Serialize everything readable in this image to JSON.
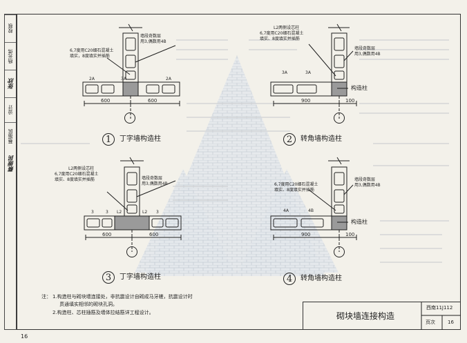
{
  "page_number": "16",
  "sidebar": {
    "items": [
      {
        "label": "校核"
      },
      {
        "label": "杨光伟"
      },
      {
        "label": "设计"
      },
      {
        "label": "蔡振民"
      }
    ],
    "signature_name": "张欣",
    "signature_name_2": "蔡振民"
  },
  "diagrams": [
    {
      "number": "1",
      "title": "丁字墙构造柱",
      "callout_left": [
        "6,7度用C20细石混凝土",
        "填实，8度填实并插筋"
      ],
      "callout_right": [
        "墙段奇数层",
        "用3,偶数用4B"
      ],
      "labels": [
        "2A",
        "3A",
        "2A"
      ],
      "dims": [
        "600",
        "600"
      ]
    },
    {
      "number": "2",
      "title": "转角墙构造柱",
      "callout_left": [
        "L2两侧设芯柱",
        "6,7度用C20细石混凝土",
        "填实、8度填实并插筋"
      ],
      "callout_right": [
        "墙段奇数层",
        "用3,偶数用4B"
      ],
      "labels": [
        "3A",
        "3A"
      ],
      "column_label": "构造柱",
      "dims": [
        "900",
        "100"
      ]
    },
    {
      "number": "3",
      "title": "丁字墙构造柱",
      "callout_left": [
        "L2两侧设芯柱",
        "6,7度用C20细石混凝土",
        "填实、8度填实并插筋"
      ],
      "callout_right": [
        "墙段奇数层",
        "用3,偶数用4B"
      ],
      "labels": [
        "3",
        "3",
        "L2",
        "L2",
        "3"
      ],
      "dims": [
        "600",
        "600"
      ]
    },
    {
      "number": "4",
      "title": "转角墙构造柱",
      "callout_left": [
        "6,7度用C20细石混凝土",
        "填实、8度填实并插筋"
      ],
      "callout_right": [
        "墙段奇数层",
        "用3,偶数用4B"
      ],
      "labels": [
        "4A",
        "4B"
      ],
      "column_label": "构造柱",
      "dims": [
        "900",
        "100"
      ]
    }
  ],
  "notes": {
    "heading": "注：",
    "lines": [
      "1.构造柱与砌块墙连接处，非抗震设计自砌成马牙槎，抗震设计时",
      "贯通填实相邻的砌块孔洞。",
      "2.构造柱、芯柱插筋及墙体拉结筋详工程设计。"
    ]
  },
  "title_block": {
    "title": "砌块墙连接构造",
    "atlas_code": "西南11J112",
    "page_label": "页次",
    "page_value": "16"
  }
}
